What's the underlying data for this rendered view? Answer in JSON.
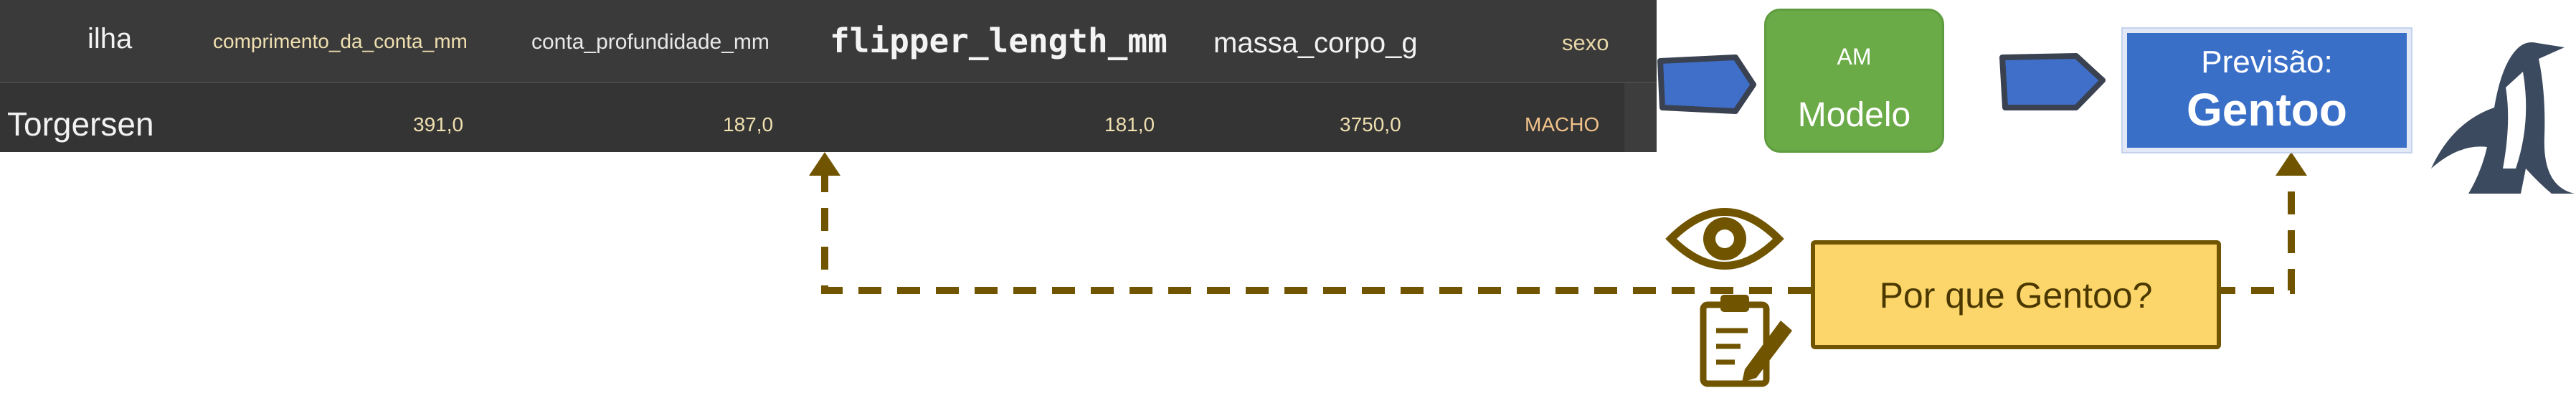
{
  "table": {
    "headers": {
      "ilha": "ilha",
      "comprimento": "comprimento_da_conta_mm",
      "profundidade": "conta_profundidade_mm",
      "flipper": "flipper_length_mm",
      "massa": "massa_corpo_g",
      "sexo": "sexo"
    },
    "row": {
      "ilha": "Torgersen",
      "comprimento": "391,0",
      "profundidade": "187,0",
      "flipper": "181,0",
      "massa": "3750,0",
      "sexo": "MACHO"
    }
  },
  "model": {
    "small_label": "AM",
    "label": "Modelo"
  },
  "prediction": {
    "label": "Previsão:",
    "value": "Gentoo"
  },
  "question": {
    "text": "Por que Gentoo?"
  },
  "icons": [
    "arrow-icon",
    "eye-icon",
    "clipboard-pencil-icon",
    "penguin-icon"
  ],
  "colors": {
    "table_bg": "#2f2f2f",
    "arrow_fill": "#3f6fc9",
    "model_green": "#6aaa47",
    "prediction_blue": "#3a6fc8",
    "question_yellow": "#fcd66a",
    "dashed_brown": "#705400",
    "penguin": "#3b4a5e"
  }
}
